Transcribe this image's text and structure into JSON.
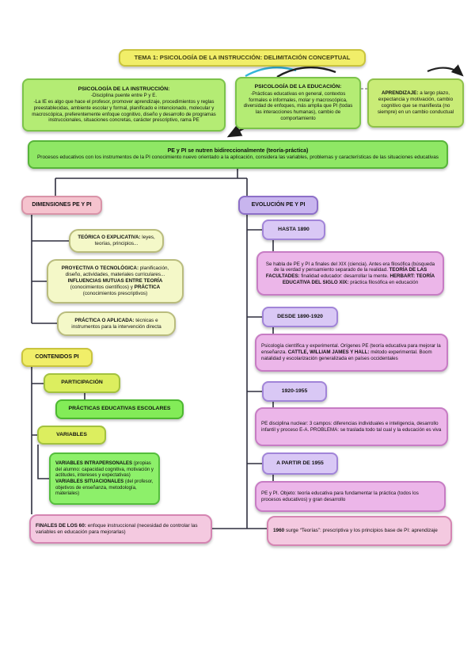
{
  "palette": {
    "yellow": "#f1ee69",
    "green": "#b4ec74",
    "bright_green": "#8fe765",
    "pink": "#f5c3ce",
    "rose": "#f4c9e0",
    "purple": "#c8b5ee",
    "lilac": "#d9c8f5",
    "orchid": "#ecb6e9",
    "pale_yellow": "#f4f8c8",
    "chartreuse": "#dcee5f",
    "teal_arrow": "#35b6d9",
    "line": "#2f2f3f"
  },
  "title": "TEMA 1: PSICOLOGÍA DE LA INSTRUCCIÓN: DELIMITACIÓN CONCEPTUAL",
  "top": {
    "pi": {
      "heading": "PSICOLOGÍA DE LA INSTRUCCIÓN:",
      "body": "-Disciplina puente entre P y E.\n-La IE es algo que hace el profesor, promover aprendizaje, procedimientos y reglas preestablecidas, ambiente escolar y formal, planificado e intencionado, molecular y macroscópica, preferentemente enfoque cognitivo, diseño y desarrollo de programas instruccionales, situaciones concretas, carácter prescriptivo, rama PE"
    },
    "pe": {
      "heading": "PSICOLOGÍA DE LA EDUCACIÓN:",
      "body": "-Prácticas educativas en general, contextos formales e informales, molar y macroscópica, diversidad de enfoques, más amplia que PI (todas las interacciones humanas), cambio de comportamiento"
    },
    "apr": {
      "lead": "APRENDIZAJE:",
      "body": " a largo plazo, expectancia y motivación, cambio cognitivo que se manifiesta (no siempre) en un cambio conductual"
    }
  },
  "bridge": {
    "heading": "PE y PI se nutren bidireccionalmente (teoría-práctica)",
    "body": "Procesos educativos con los instrumentos de la PI conocimiento nuevo orientado a la aplicación, considera las variables, problemas y características de las situaciones educativas"
  },
  "dimensiones": {
    "heading": "DIMENSIONES PE Y PI",
    "teorica": {
      "lead": "TEÓRICA O EXPLICATIVA:",
      "body": " leyes, teorías, principios..."
    },
    "proyectiva": {
      "lead": "PROYECTIVA O TECNOLÓGICA:",
      "s1": " planificación, diseño, actividades, materiales curriculares... ",
      "b1": "INFLUENCIAS MUTUAS ENTRE TEORÍA",
      "s2": " (conocimientos científicos) y ",
      "b2": "PRÁCTICA",
      "s3": " (conocimientos prescriptivos)"
    },
    "practica": {
      "lead": "PRÁCTICA O APLICADA:",
      "body": " técnicas e instrumentos para la intervención directa"
    }
  },
  "contenidos": {
    "heading": "CONTENIDOS PI",
    "participacion": "PARTICIPACIÓN",
    "practicas": "PRÁCTICAS EDUCATIVAS ESCOLARES",
    "variables": "VARIABLES",
    "vars_box": {
      "b1": "VARIABLES INTRAPERSONALES",
      "s1": " (propias del alumno: capacidad cognitiva, motivación y actitudes, intereses y expectativas) ",
      "b2": "VARIABLES SITUACIONALES",
      "s2": " (del profesor, objetivos de enseñanza, metodología, materiales)"
    }
  },
  "finales": {
    "lead": "FINALES DE LOS 60:",
    "body": " enfoque instruccional (necesidad de controlar las variables en educación para mejorarlas)"
  },
  "evolucion": {
    "heading": "EVOLUCIÓN PE Y PI",
    "p0": {
      "label": "HASTA 1890",
      "s1": "Se habla de PE y PI a finales del XIX (ciencia). Antes era filosófica (búsqueda de la verdad y pensamiento separado de la realidad. ",
      "b1": "TEORÍA DE LAS FACULTADES:",
      "s2": " finalidad educador: desarrollar la mente. ",
      "b2": "HERBART: TEORÍA EDUCATIVA DEL SIGLO XIX:",
      "s3": " práctica filosófica en educación"
    },
    "p1": {
      "label": "DESDE 1890-1920",
      "s1": "Psicología científica y experimental. Orígenes PE (teoría educativa para mejorar la enseñanza. ",
      "b1": "CATTLE, WILLIAM JAMES Y HALL:",
      "s2": " método experimental. Boom natalidad y escolarización generalizada en países occidentales"
    },
    "p2": {
      "label": "1920-1955",
      "s1": "PE disciplina nuclear: 3 campos: diferencias individuales e inteligencia, desarrollo infantil y proceso E-A. PROBLEMA: se traslada todo tal cual y la educación es viva"
    },
    "p3": {
      "label": "A PARTIR DE 1955",
      "s1": "PE y PI. Objeto: teoría educativa para fundamentar la práctica (todos los procesos educativos) y gran desarrollo"
    },
    "final": {
      "b1": "1960",
      "s1": " surge “Teorías”: prescriptiva y los principios base de PI: aprendizaje"
    }
  }
}
